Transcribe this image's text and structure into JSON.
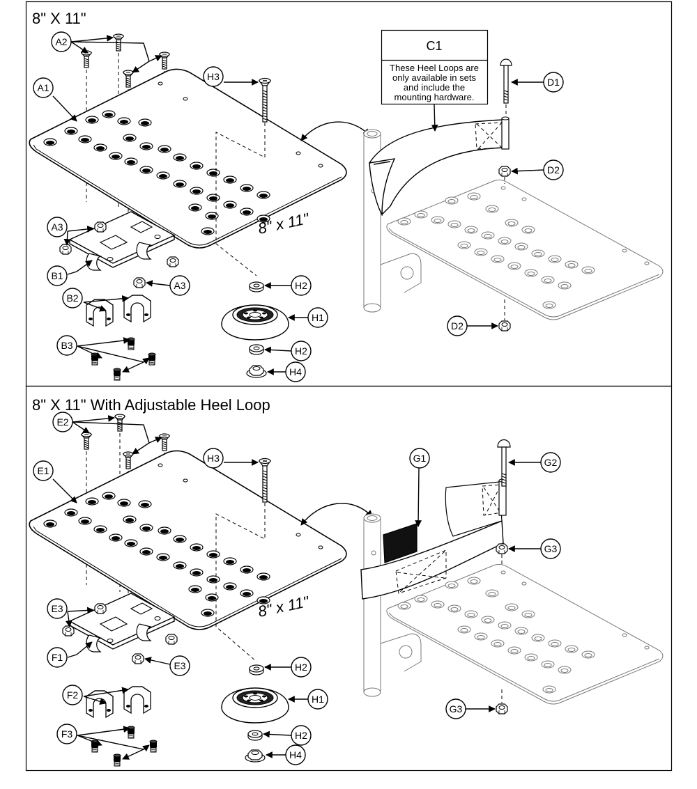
{
  "panels": [
    {
      "title": "8\" X 11\"",
      "plate_label": "8\" x 11\"",
      "note": {
        "label": "C1",
        "text": [
          "These Heel Loops are",
          "only available in sets",
          "and include the",
          "mounting hardware."
        ]
      },
      "callouts": {
        "plate_screws": "A2",
        "plate": "A1",
        "bracket_nuts_left": "A3",
        "bracket_nut_right": "A3",
        "bracket": "B1",
        "clamps": "B2",
        "clamp_screws": "B3",
        "roller_bolt": "H3",
        "roller_washer_top": "H2",
        "roller": "H1",
        "roller_washer_bottom": "H2",
        "roller_nut": "H4",
        "heel_bolt": "D1",
        "heel_nut_top": "D2",
        "heel_nut_bottom": "D2"
      }
    },
    {
      "title": "8\" X 11\" With Adjustable Heel Loop",
      "plate_label": "8\" x 11\"",
      "callouts": {
        "plate_screws": "E2",
        "plate": "E1",
        "bracket_nuts_left": "E3",
        "bracket_nut_right": "E3",
        "bracket": "F1",
        "clamps": "F2",
        "clamp_screws": "F3",
        "roller_bolt": "H3",
        "roller_washer_top": "H2",
        "roller": "H1",
        "roller_washer_bottom": "H2",
        "roller_nut": "H4",
        "heel_loop": "G1",
        "heel_bolt": "G2",
        "heel_nut_top": "G3",
        "heel_nut_bottom": "G3"
      }
    }
  ]
}
